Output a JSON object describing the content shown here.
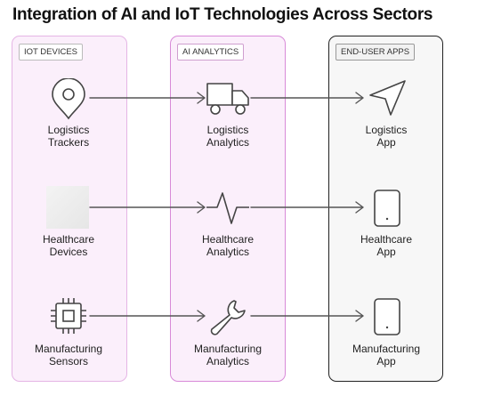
{
  "title": "Integration of AI and IoT Technologies Across Sectors",
  "groups": [
    {
      "label": "IOT DEVICES"
    },
    {
      "label": "AI ANALYTICS"
    },
    {
      "label": "END-USER APPS"
    }
  ],
  "nodes": {
    "logistics_trackers": {
      "line1": "Logistics",
      "line2": "Trackers",
      "icon": "map-pin-icon"
    },
    "healthcare_devices": {
      "line1": "Healthcare",
      "line2": "Devices",
      "icon": "image-placeholder-icon"
    },
    "manufacturing_sensors": {
      "line1": "Manufacturing",
      "line2": "Sensors",
      "icon": "cpu-chip-icon"
    },
    "logistics_analytics": {
      "line1": "Logistics",
      "line2": "Analytics",
      "icon": "truck-icon"
    },
    "healthcare_analytics": {
      "line1": "Healthcare",
      "line2": "Analytics",
      "icon": "pulse-icon"
    },
    "manufacturing_analytics": {
      "line1": "Manufacturing",
      "line2": "Analytics",
      "icon": "wrench-icon"
    },
    "logistics_app": {
      "line1": "Logistics",
      "line2": "App",
      "icon": "navigation-arrow-icon"
    },
    "healthcare_app": {
      "line1": "Healthcare",
      "line2": "App",
      "icon": "tablet-icon"
    },
    "manufacturing_app": {
      "line1": "Manufacturing",
      "line2": "App",
      "icon": "tablet-icon"
    }
  },
  "edges": [
    {
      "from": "logistics_trackers",
      "to": "logistics_analytics"
    },
    {
      "from": "logistics_analytics",
      "to": "logistics_app"
    },
    {
      "from": "healthcare_devices",
      "to": "healthcare_analytics"
    },
    {
      "from": "healthcare_analytics",
      "to": "healthcare_app"
    },
    {
      "from": "manufacturing_sensors",
      "to": "manufacturing_analytics"
    },
    {
      "from": "manufacturing_analytics",
      "to": "manufacturing_app"
    }
  ]
}
